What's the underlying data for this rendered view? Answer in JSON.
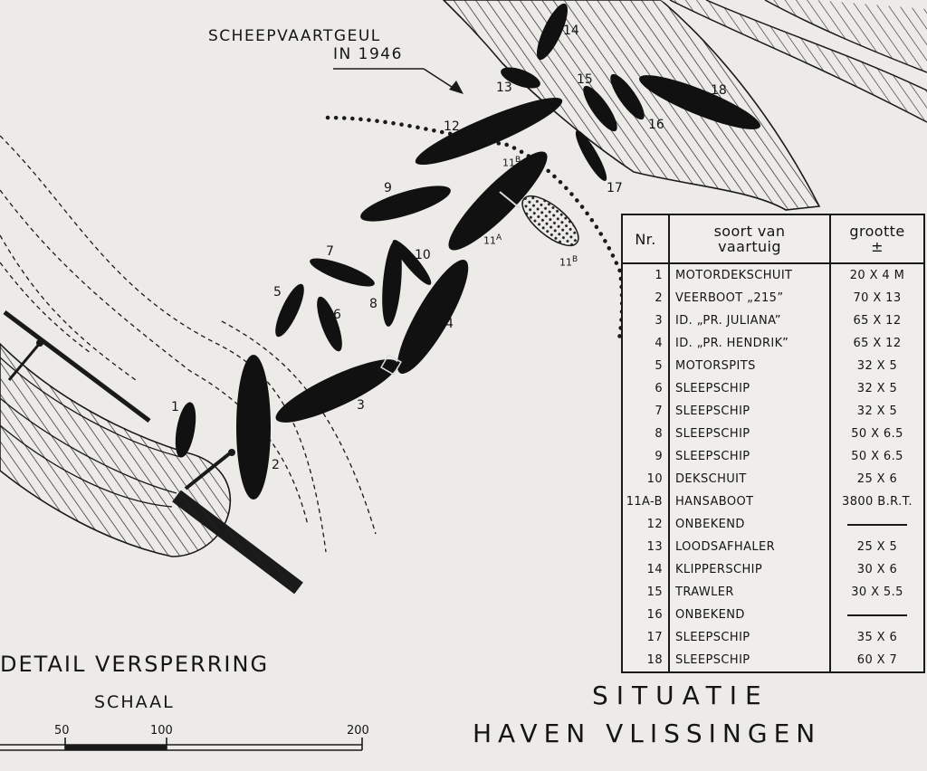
{
  "title_line1": "SITUATIE",
  "title_line2": "HAVEN VLISSINGEN",
  "detail_title": "DETAIL VERSPERRING",
  "scale_label": "SCHAAL",
  "scale_ticks": [
    "50",
    "100",
    "200"
  ],
  "channel_label_line1": "SCHEEPVAARTGEUL",
  "channel_label_line2": "IN 1946",
  "legend": {
    "headers": {
      "nr": "Nr.",
      "type_line1": "soort van",
      "type_line2": "vaartuig",
      "size_line1": "grootte",
      "size_line2": "±"
    },
    "rows": [
      {
        "nr": "1",
        "type": "MOTORDEKSCHUIT",
        "size": "20 X 4 m"
      },
      {
        "nr": "2",
        "type": "VEERBOOT „215”",
        "size": "70 X 13"
      },
      {
        "nr": "3",
        "type": "ID. „PR. JULIANA”",
        "size": "65 X 12"
      },
      {
        "nr": "4",
        "type": "ID. „PR. HENDRIK”",
        "size": "65 X 12"
      },
      {
        "nr": "5",
        "type": "MOTORSPITS",
        "size": "32 X 5"
      },
      {
        "nr": "6",
        "type": "SLEEPSCHIP",
        "size": "32 X 5"
      },
      {
        "nr": "7",
        "type": "SLEEPSCHIP",
        "size": "32 X 5"
      },
      {
        "nr": "8",
        "type": "SLEEPSCHIP",
        "size": "50 X 6.5"
      },
      {
        "nr": "9",
        "type": "SLEEPSCHIP",
        "size": "50 X 6.5"
      },
      {
        "nr": "10",
        "type": "DEKSCHUIT",
        "size": "25 X 6"
      },
      {
        "nr": "11A-B",
        "type": "HANSABOOT",
        "size": "3800 B.R.T."
      },
      {
        "nr": "12",
        "type": "ONBEKEND",
        "size": ""
      },
      {
        "nr": "13",
        "type": "LOODSAFHALER",
        "size": "25 X 5"
      },
      {
        "nr": "14",
        "type": "KLIPPERSCHIP",
        "size": "30 X 6"
      },
      {
        "nr": "15",
        "type": "TRAWLER",
        "size": "30 X 5.5"
      },
      {
        "nr": "16",
        "type": "ONBEKEND",
        "size": ""
      },
      {
        "nr": "17",
        "type": "SLEEPSCHIP",
        "size": "35 X 6"
      },
      {
        "nr": "18",
        "type": "SLEEPSCHIP",
        "size": "60 X 7"
      }
    ]
  },
  "ship_labels": {
    "s1": "1",
    "s2": "2",
    "s3": "3",
    "s4": "4",
    "s5": "5",
    "s6": "6",
    "s7": "7",
    "s8": "8",
    "s9": "9",
    "s10": "10",
    "s11": "11",
    "s11a_sup": "A",
    "s11b_sup": "B",
    "s12": "12",
    "s13": "13",
    "s14": "14",
    "s15": "15",
    "s16": "16",
    "s17": "17",
    "s18": "18"
  },
  "colors": {
    "paper": "#ecebe7",
    "ink": "#141414"
  }
}
